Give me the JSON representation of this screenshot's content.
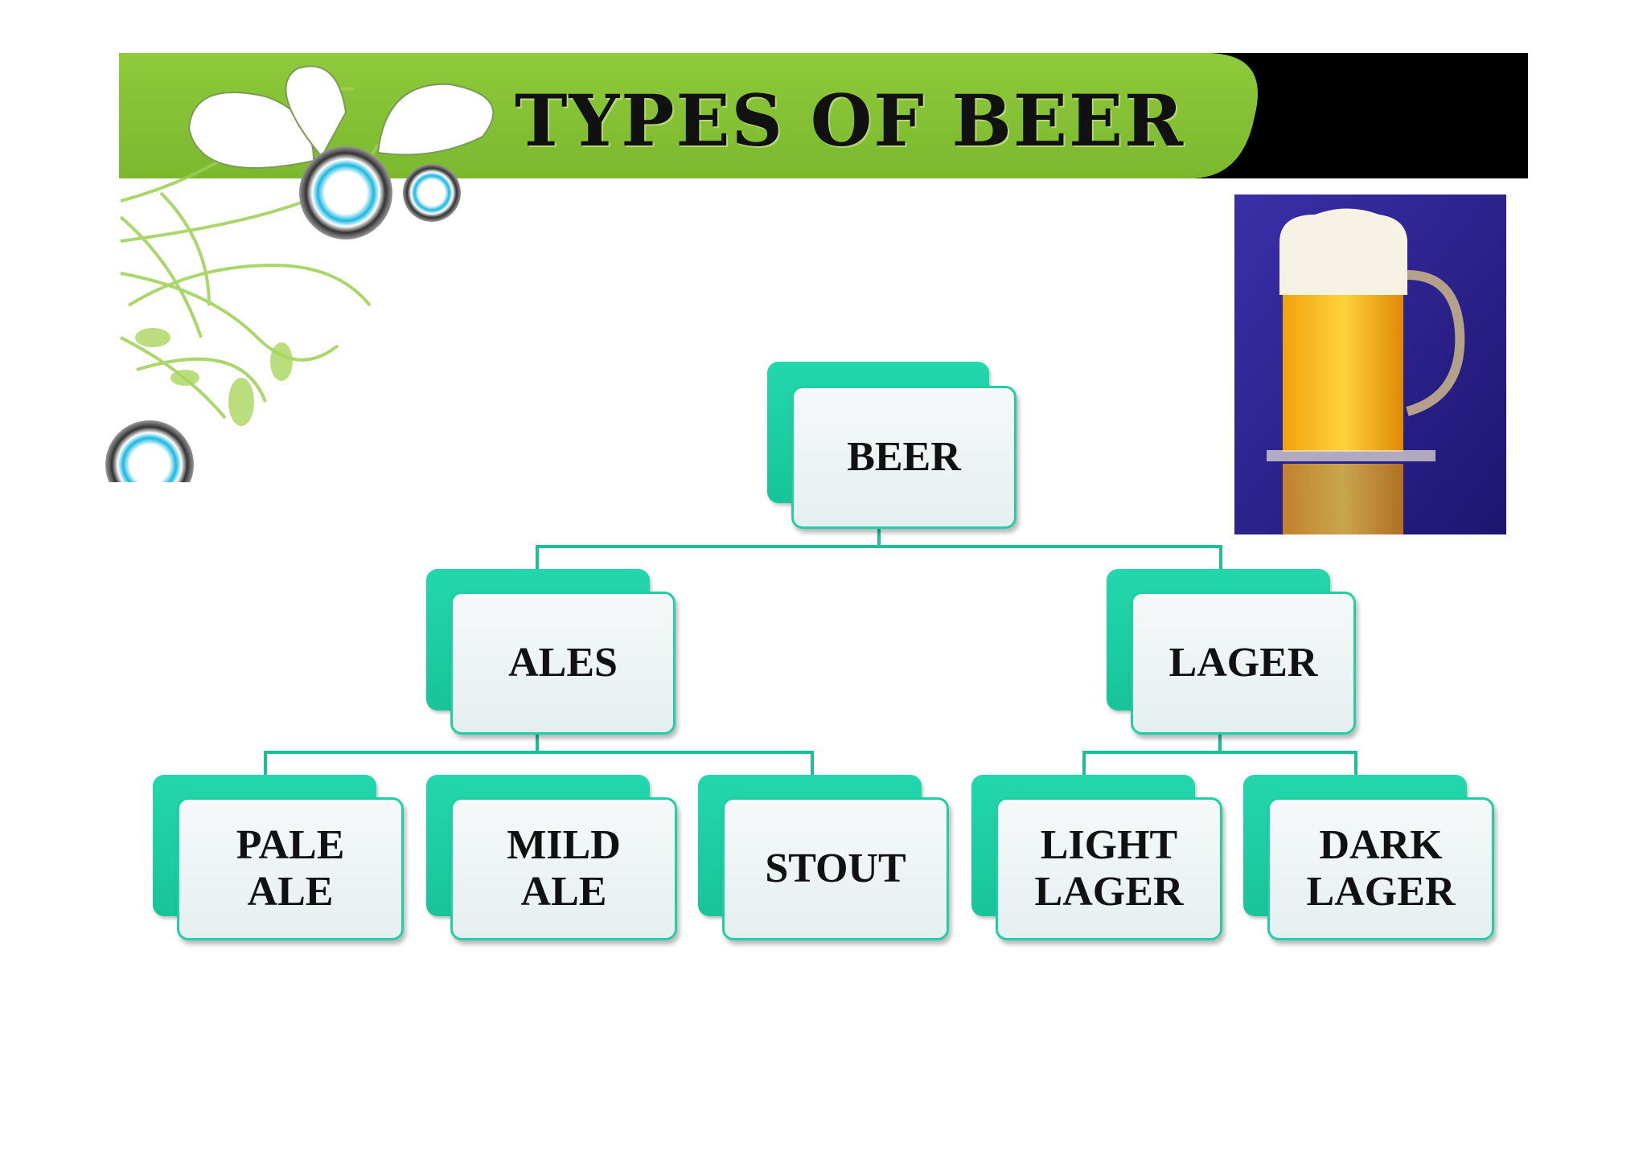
{
  "slide": {
    "title": "TYPES OF BEER",
    "colors": {
      "banner_green": "#8dc63f",
      "banner_black": "#000000",
      "box_accent": "#1fcfa3"
    },
    "photo_icon": "beer-mug-photo",
    "decoration_icons": [
      "floral-swirl-icon",
      "concentric-circle-icon"
    ]
  },
  "hierarchy": {
    "root": "BEER",
    "level1": [
      "ALES",
      "LAGER"
    ],
    "level2": [
      "PALE\nALE",
      "MILD\nALE",
      "STOUT",
      "LIGHT\nLAGER",
      "DARK\nLAGER"
    ]
  }
}
